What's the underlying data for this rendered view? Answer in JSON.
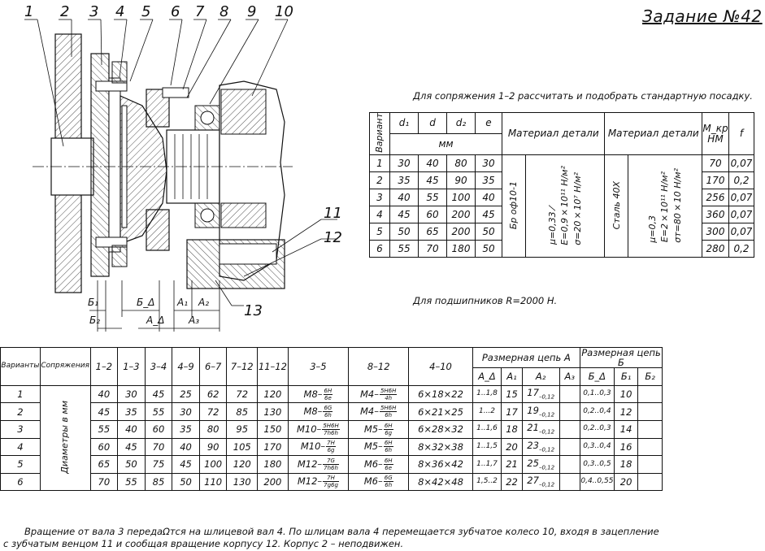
{
  "title": "Задание №42",
  "fit_instruction": "Для сопряжения 1–2 рассчитать и подобрать стандартную посадку.",
  "bearing_note": "Для подшипников R=2000 H.",
  "drawing": {
    "part_labels": [
      "1",
      "2",
      "3",
      "4",
      "5",
      "6",
      "7",
      "8",
      "9",
      "10",
      "11",
      "12",
      "13"
    ],
    "dim_labels": [
      "Б₁",
      "Б₂",
      "Б_Δ",
      "А_Δ",
      "А₁",
      "А₂",
      "А₃"
    ]
  },
  "table1": {
    "headers": {
      "variant": "Вариант",
      "d1": "d₁",
      "d": "d",
      "d2": "d₂",
      "e": "e",
      "unit": "мм",
      "material1": "Материал детали",
      "material2": "Материал детали",
      "mkr": "M_кр",
      "mkr_unit": "НМ",
      "f": "f"
    },
    "rows": [
      {
        "v": "1",
        "d1": "30",
        "d": "40",
        "d2": "80",
        "e": "30",
        "m": "70",
        "f": "0,07"
      },
      {
        "v": "2",
        "d1": "35",
        "d": "45",
        "d2": "90",
        "e": "35",
        "m": "170",
        "f": "0,2"
      },
      {
        "v": "3",
        "d1": "40",
        "d": "55",
        "d2": "100",
        "e": "40",
        "m": "256",
        "f": "0,07"
      },
      {
        "v": "4",
        "d1": "45",
        "d": "60",
        "d2": "200",
        "e": "45",
        "m": "360",
        "f": "0,07"
      },
      {
        "v": "5",
        "d1": "50",
        "d": "65",
        "d2": "200",
        "e": "50",
        "m": "300",
        "f": "0,07"
      },
      {
        "v": "6",
        "d1": "55",
        "d": "70",
        "d2": "180",
        "e": "50",
        "m": "280",
        "f": "0,2"
      }
    ],
    "mat1_name": "Бр оф10-1",
    "mat1_props": [
      "μ=0,33 ⁄",
      "E=0,9×10¹¹ H/м²",
      "σ=20×10⁷ H/м²"
    ],
    "mat2_name": "Сталь 40Х",
    "mat2_props": [
      "μ=0,3",
      "E=2×10¹¹ H/м²",
      "σт=80×10 H/м²"
    ]
  },
  "table2": {
    "headers": {
      "variant": "Варианты",
      "joint": "Сопряжения",
      "c12": "1–2",
      "c13": "1–3",
      "c34": "3–4",
      "c49": "4–9",
      "c67": "6–7",
      "c712": "7–12",
      "c1112": "11–12",
      "c35": "3–5",
      "c812": "8–12",
      "c410": "4–10",
      "chainA": "Размерная цепь А",
      "chainB": "Размерная цепь Б",
      "aD": "А_Δ",
      "a1": "А₁",
      "a2": "А₂",
      "a3": "А₃",
      "bD": "Б_Δ",
      "b1": "Б₁",
      "b2": "Б₂"
    },
    "joint_label": "Диаметры в мм",
    "rows": [
      {
        "v": "1",
        "c12": "40",
        "c13": "30",
        "c34": "45",
        "c49": "25",
        "c67": "62",
        "c712": "72",
        "c1112": "120",
        "t35": "M8–",
        "t35n": "6H",
        "t35d": "6e",
        "t812": "M4–",
        "t812n": "5H6H",
        "t812d": "4h",
        "c410": "6×18×22",
        "aD": "1..1,8",
        "a1": "15",
        "a2": "17",
        "a2s": "–0,12",
        "a3": "",
        "bD": "0,1..0,3",
        "b1": "10",
        "b2": ""
      },
      {
        "v": "2",
        "c12": "45",
        "c13": "35",
        "c34": "55",
        "c49": "30",
        "c67": "72",
        "c712": "85",
        "c1112": "130",
        "t35": "M8–",
        "t35n": "6G",
        "t35d": "6h",
        "t812": "M4–",
        "t812n": "5H6H",
        "t812d": "6h",
        "c410": "6×21×25",
        "aD": "1...2",
        "a1": "17",
        "a2": "19",
        "a2s": "–0,12",
        "a3": "",
        "bD": "0,2..0,4",
        "b1": "12",
        "b2": ""
      },
      {
        "v": "3",
        "c12": "55",
        "c13": "40",
        "c34": "60",
        "c49": "35",
        "c67": "80",
        "c712": "95",
        "c1112": "150",
        "t35": "M10–",
        "t35n": "5H6H",
        "t35d": "7h6h",
        "t812": "M5–",
        "t812n": "6H",
        "t812d": "6g",
        "c410": "6×28×32",
        "aD": "1..1,6",
        "a1": "18",
        "a2": "21",
        "a2s": "–0,12",
        "a3": "",
        "bD": "0,2..0,3",
        "b1": "14",
        "b2": ""
      },
      {
        "v": "4",
        "c12": "60",
        "c13": "45",
        "c34": "70",
        "c49": "40",
        "c67": "90",
        "c712": "105",
        "c1112": "170",
        "t35": "M10–",
        "t35n": "7H",
        "t35d": "6g",
        "t812": "M5–",
        "t812n": "6H",
        "t812d": "6h",
        "c410": "8×32×38",
        "aD": "1..1,5",
        "a1": "20",
        "a2": "23",
        "a2s": "–0,12",
        "a3": "",
        "bD": "0,3..0,4",
        "b1": "16",
        "b2": ""
      },
      {
        "v": "5",
        "c12": "65",
        "c13": "50",
        "c34": "75",
        "c49": "45",
        "c67": "100",
        "c712": "120",
        "c1112": "180",
        "t35": "M12–",
        "t35n": "7G",
        "t35d": "7h6h",
        "t812": "M6–",
        "t812n": "6H",
        "t812d": "6e",
        "c410": "8×36×42",
        "aD": "1..1,7",
        "a1": "21",
        "a2": "25",
        "a2s": "–0,12",
        "a3": "",
        "bD": "0,3..0,5",
        "b1": "18",
        "b2": ""
      },
      {
        "v": "6",
        "c12": "70",
        "c13": "55",
        "c34": "85",
        "c49": "50",
        "c67": "110",
        "c712": "130",
        "c1112": "200",
        "t35": "M12–",
        "t35n": "7H",
        "t35d": "7g6g",
        "t812": "M6–",
        "t812n": "6G",
        "t812d": "6h",
        "c410": "8×42×48",
        "aD": "1,5..2",
        "a1": "22",
        "a2": "27",
        "a2s": "–0,12",
        "a3": "",
        "bD": "0,4..0,55",
        "b1": "20",
        "b2": ""
      }
    ]
  },
  "footer": {
    "line1": "Вращение от вала 3 передаΩтся на шлицевой вал 4. По шлицам вала 4 перемещается зубчатое колесо 10, входя в зацепление",
    "line2": "с зубчатым венцом 11 и сообщая вращение корпусу 12. Корпус 2 – неподвижен."
  }
}
